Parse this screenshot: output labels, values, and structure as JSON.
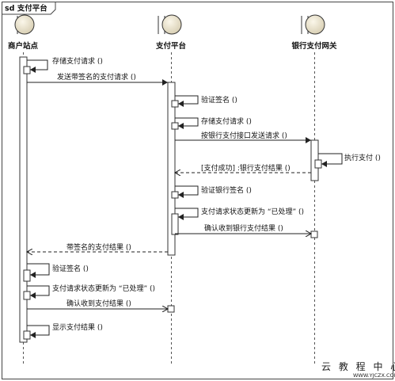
{
  "frame": {
    "label": "sd 支付平台"
  },
  "lifelines": [
    {
      "id": "merchant",
      "name": "商户站点"
    },
    {
      "id": "platform",
      "name": "支付平台"
    },
    {
      "id": "bank",
      "name": "银行支付网关"
    }
  ],
  "messages": [
    {
      "from": "merchant",
      "to": "merchant",
      "label": "存储支付请求 ()"
    },
    {
      "from": "merchant",
      "to": "platform",
      "label": "发送带签名的支付请求 ()"
    },
    {
      "from": "platform",
      "to": "platform",
      "label": "验证签名 ()"
    },
    {
      "from": "platform",
      "to": "platform",
      "label": "存储支付请求 ()"
    },
    {
      "from": "platform",
      "to": "bank",
      "label": "按银行支付接口发送请求 ()"
    },
    {
      "from": "bank",
      "to": "bank",
      "label": "执行支付 ()"
    },
    {
      "from": "bank",
      "to": "platform",
      "label": "[支付成功] :银行支付结果 ()",
      "reply": true
    },
    {
      "from": "platform",
      "to": "platform",
      "label": "验证银行签名 ()"
    },
    {
      "from": "platform",
      "to": "platform",
      "label": "支付请求状态更新为 “已处理” ()"
    },
    {
      "from": "platform",
      "to": "bank",
      "label": "确认收到银行支付结果 ()"
    },
    {
      "from": "platform",
      "to": "merchant",
      "label": "带签名的支付结果 ()",
      "reply": true
    },
    {
      "from": "merchant",
      "to": "merchant",
      "label": "验证签名 ()"
    },
    {
      "from": "merchant",
      "to": "merchant",
      "label": "支付请求状态更新为 “已处理” ()"
    },
    {
      "from": "merchant",
      "to": "platform",
      "label": "确认收到支付结果 ()"
    },
    {
      "from": "merchant",
      "to": "merchant",
      "label": "显示支付结果 ()"
    }
  ],
  "watermark": {
    "title": "云 教 程 中 心",
    "subtitle": "WWW.YJCZX.COM"
  }
}
